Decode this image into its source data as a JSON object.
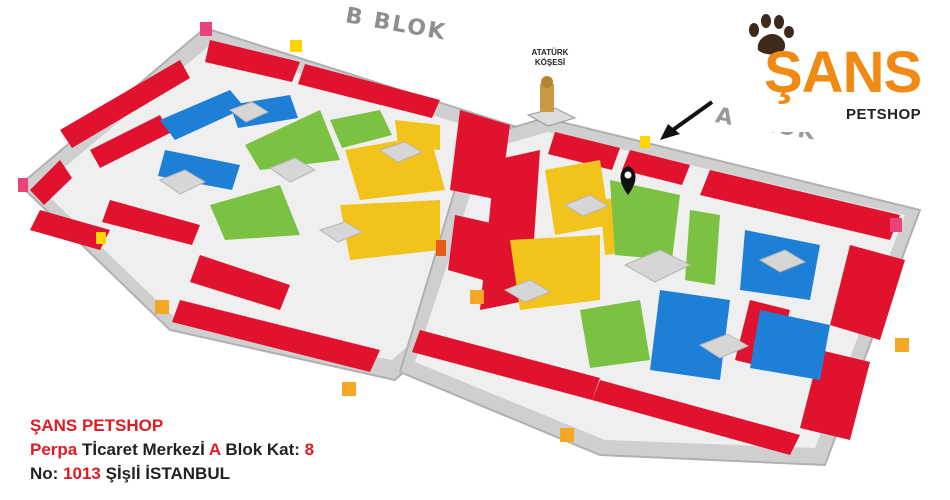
{
  "map": {
    "block_b_label": "B BLOK",
    "block_a_label": "A BLOK",
    "monument_label_line1": "ATATÜRK",
    "monument_label_line2": "KÖŞESİ",
    "colors": {
      "shop_red": "#e0122d",
      "shop_blue": "#1e7fd6",
      "shop_green": "#7cc242",
      "shop_yellow": "#f2c31b",
      "floor": "#efefef",
      "wall": "#b9b9b9",
      "kiosk": "#d9d9d9"
    },
    "markers": [
      "pin-marker",
      "arrow-pointer"
    ]
  },
  "logo": {
    "name": "ŞANS",
    "sub": "PETSHOP",
    "brand_color": "#f08a12",
    "icon": "paw-icon"
  },
  "address": {
    "line1": "ŞANS PETSHOP",
    "line2_mall": "Perpa",
    "line2_rest": "Tİcaret Merkezİ",
    "line2_block": "A",
    "line2_floor_label": "Blok Kat:",
    "line2_floor": "8",
    "line3_no_label": "No:",
    "line3_no": "1013",
    "line3_district": "Şİşlİ İSTANBUL"
  }
}
